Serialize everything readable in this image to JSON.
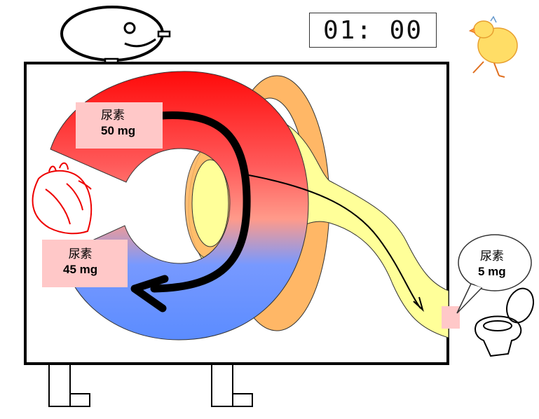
{
  "timer": "01: 00",
  "kidney_in": {
    "name": "尿素",
    "amount": "50 mg"
  },
  "kidney_out": {
    "name": "尿素",
    "amount": "45 mg"
  },
  "urine": {
    "name": "尿素",
    "amount": "5 mg"
  },
  "colors": {
    "arterial": "#ff1a1a",
    "venous": "#6699ff",
    "tubule": "#ffff99",
    "capsule": "#ffb366",
    "label_bg": "#ffc8c8"
  },
  "icons": [
    "face-icon",
    "chick-icon",
    "heart-icon",
    "toilet-icon"
  ]
}
